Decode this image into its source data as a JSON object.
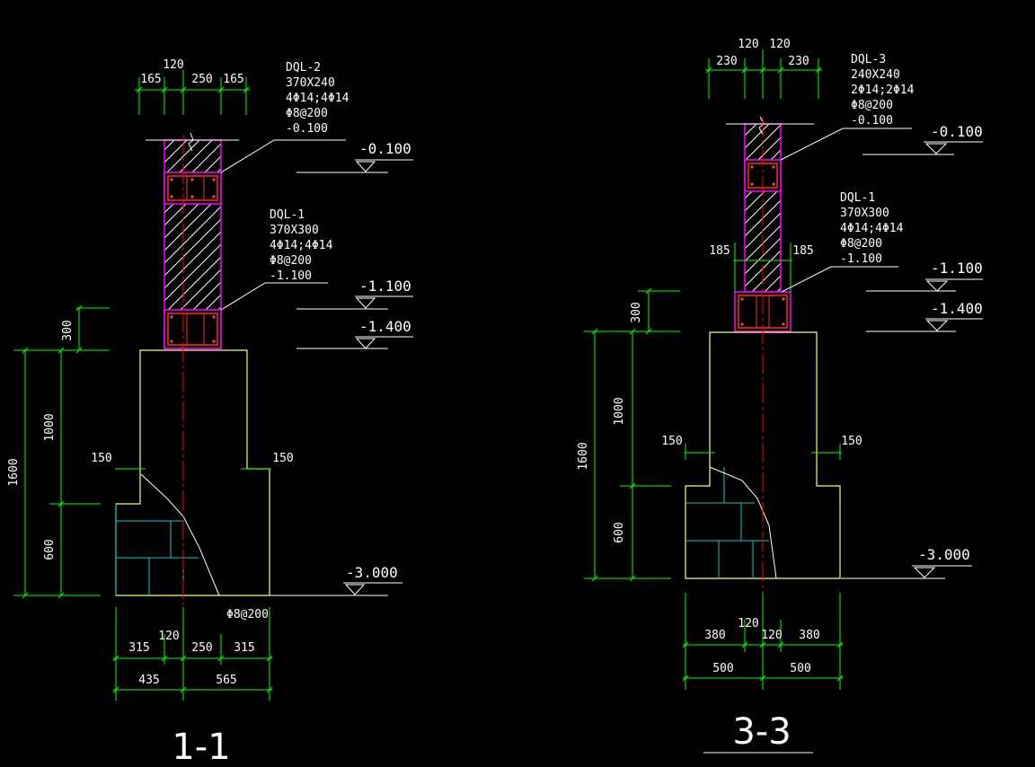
{
  "colors": {
    "background": "#000000",
    "dimension": "#00ff00",
    "wall": "#ff00ff",
    "footing": "#ffff66",
    "brick": "#00cccc",
    "beam": "#ff2a2a",
    "centerline": "#ff0000",
    "text": "#ffffff"
  },
  "section_1_1": {
    "title": "1-1",
    "top_dims": {
      "a": "165",
      "b": "120",
      "c": "250",
      "d": "165"
    },
    "beam_top": {
      "name": "DQL-2",
      "size": "370X240",
      "rebar": "4Φ14;4Φ14",
      "stirrup": "Φ8@200",
      "elev": "-0.100"
    },
    "beam_bot": {
      "name": "DQL-1",
      "size": "370X300",
      "rebar": "4Φ14;4Φ14",
      "stirrup": "Φ8@200",
      "elev": "-1.100"
    },
    "levels": {
      "l1": "-0.100",
      "l2": "-1.100",
      "l3": "-1.400",
      "l4": "-3.000"
    },
    "left_dims": {
      "d300": "300",
      "d1000": "1000",
      "d600": "600",
      "d1600": "1600"
    },
    "step_dims": {
      "left": "150",
      "right": "150"
    },
    "rebar_note": "Φ8@200",
    "bottom_dims": {
      "a": "315",
      "b": "120",
      "c": "250",
      "d": "315",
      "e": "435",
      "f": "565"
    }
  },
  "section_3_3": {
    "title": "3-3",
    "top_dims": {
      "a": "120",
      "b": "120",
      "c": "230",
      "d": "230"
    },
    "beam_top": {
      "name": "DQL-3",
      "size": "240X240",
      "rebar": "2Φ14;2Φ14",
      "stirrup": "Φ8@200",
      "elev": "-0.100"
    },
    "beam_bot": {
      "name": "DQL-1",
      "size": "370X300",
      "rebar": "4Φ14;4Φ14",
      "stirrup": "Φ8@200",
      "elev": "-1.100"
    },
    "side_dims": {
      "left": "185",
      "right": "185"
    },
    "levels": {
      "l1": "-0.100",
      "l2": "-1.100",
      "l3": "-1.400",
      "l4": "-3.000"
    },
    "left_dims": {
      "d300": "300",
      "d1000": "1000",
      "d600": "600",
      "d1600": "1600"
    },
    "step_dims": {
      "left": "150",
      "right": "150"
    },
    "bottom_dims": {
      "a": "380",
      "b": "120",
      "c": "120",
      "d": "380",
      "e": "500",
      "f": "500"
    }
  }
}
